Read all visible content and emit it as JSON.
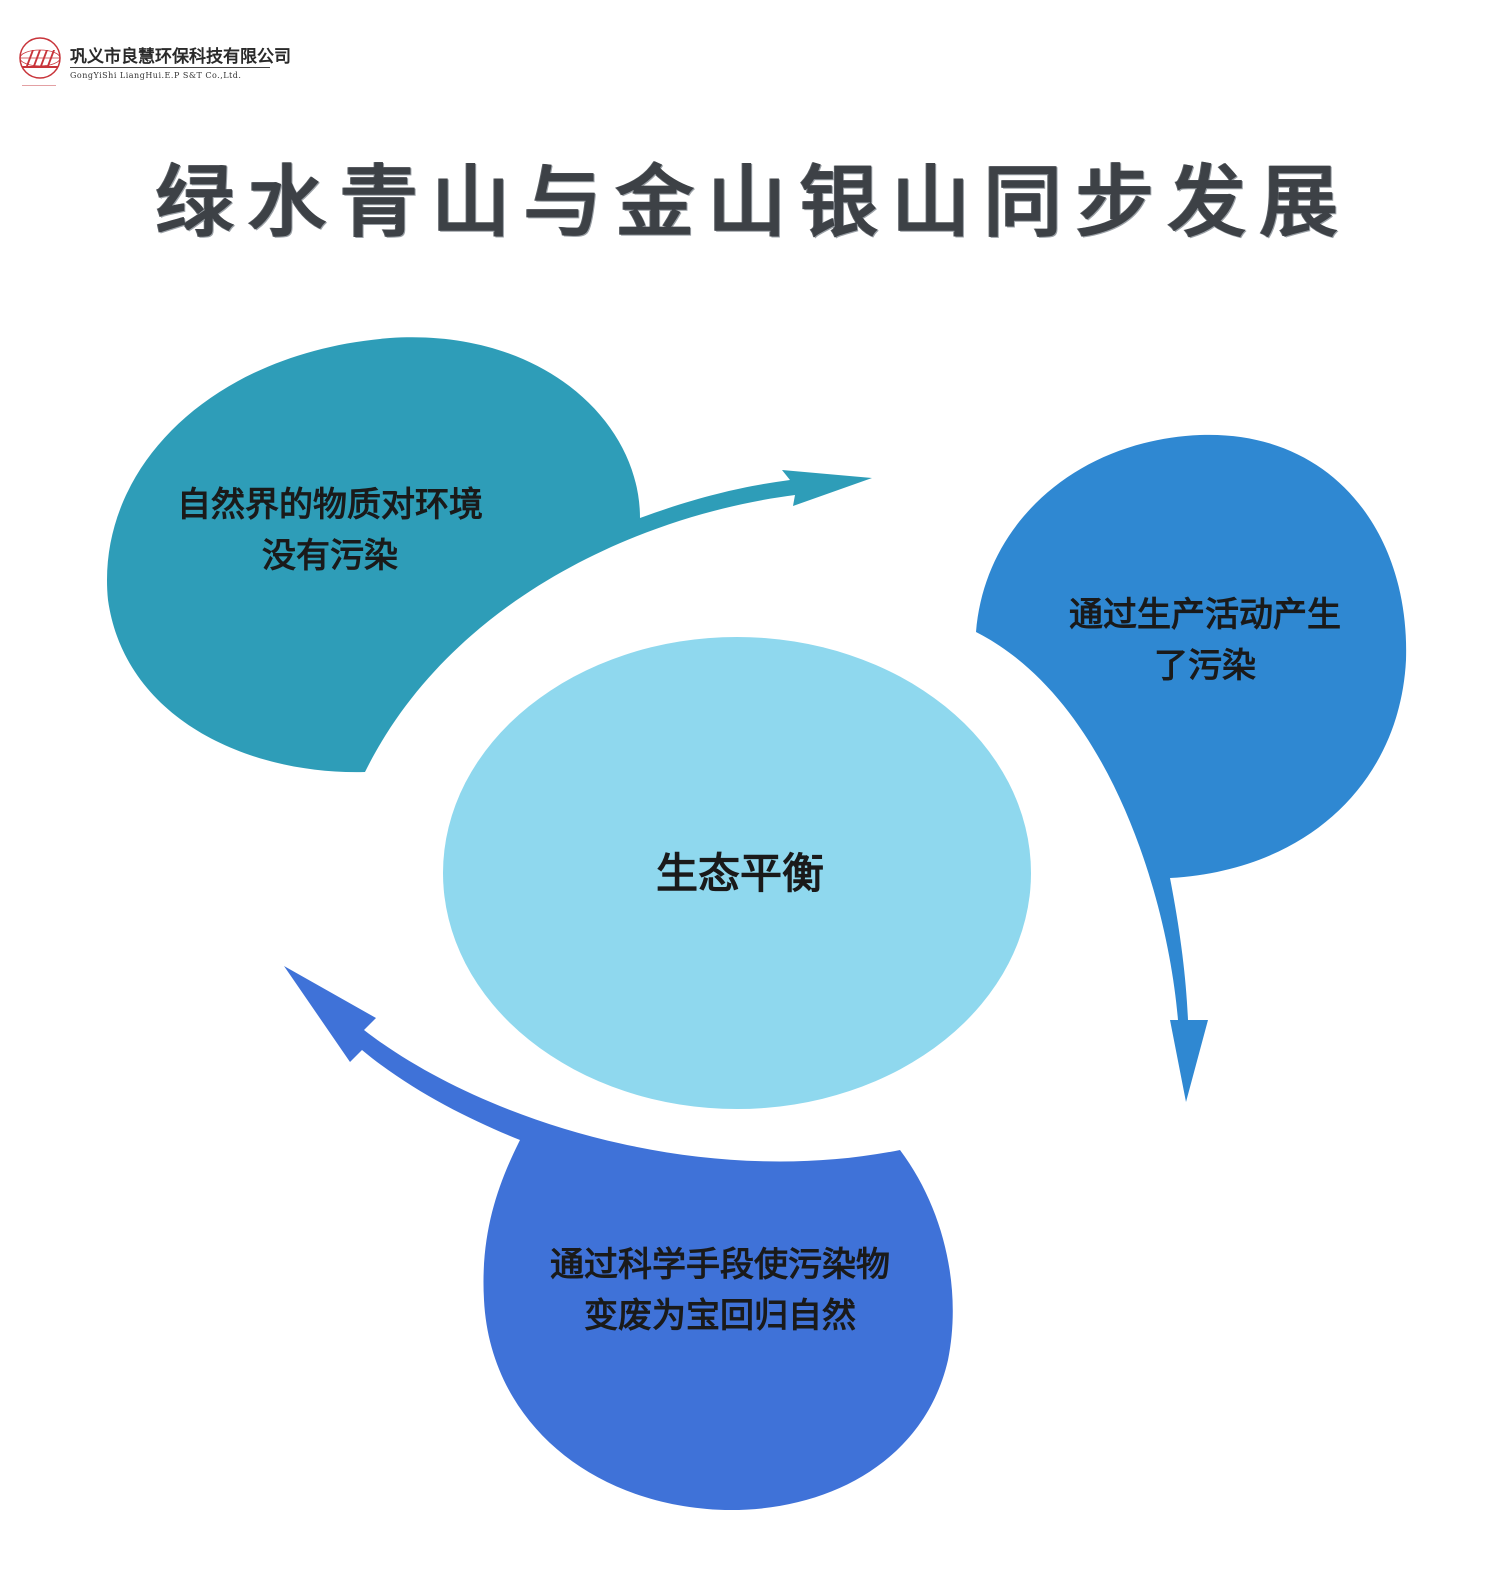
{
  "header": {
    "company_name_cn": "巩义市良慧环保科技有限公司",
    "company_name_en": "GongYiShi LiangHui.E.P S&T Co.,Ltd."
  },
  "title": "绿水青山与金山银山同步发展",
  "diagram": {
    "center": {
      "text": "生态平衡",
      "color": "#8FD8EE"
    },
    "nodes": [
      {
        "line1": "自然界的物质对环境",
        "line2": "没有污染",
        "color": "#2E9DB8"
      },
      {
        "line1": "通过生产活动产生",
        "line2": "了污染",
        "color": "#2F88D2"
      },
      {
        "line1": "通过科学手段使污染物",
        "line2": "变废为宝回归自然",
        "color": "#3F72D8"
      }
    ]
  },
  "colors": {
    "logo_red": "#C8343A",
    "title_gray": "#3D4146",
    "background": "#FFFFFF"
  }
}
